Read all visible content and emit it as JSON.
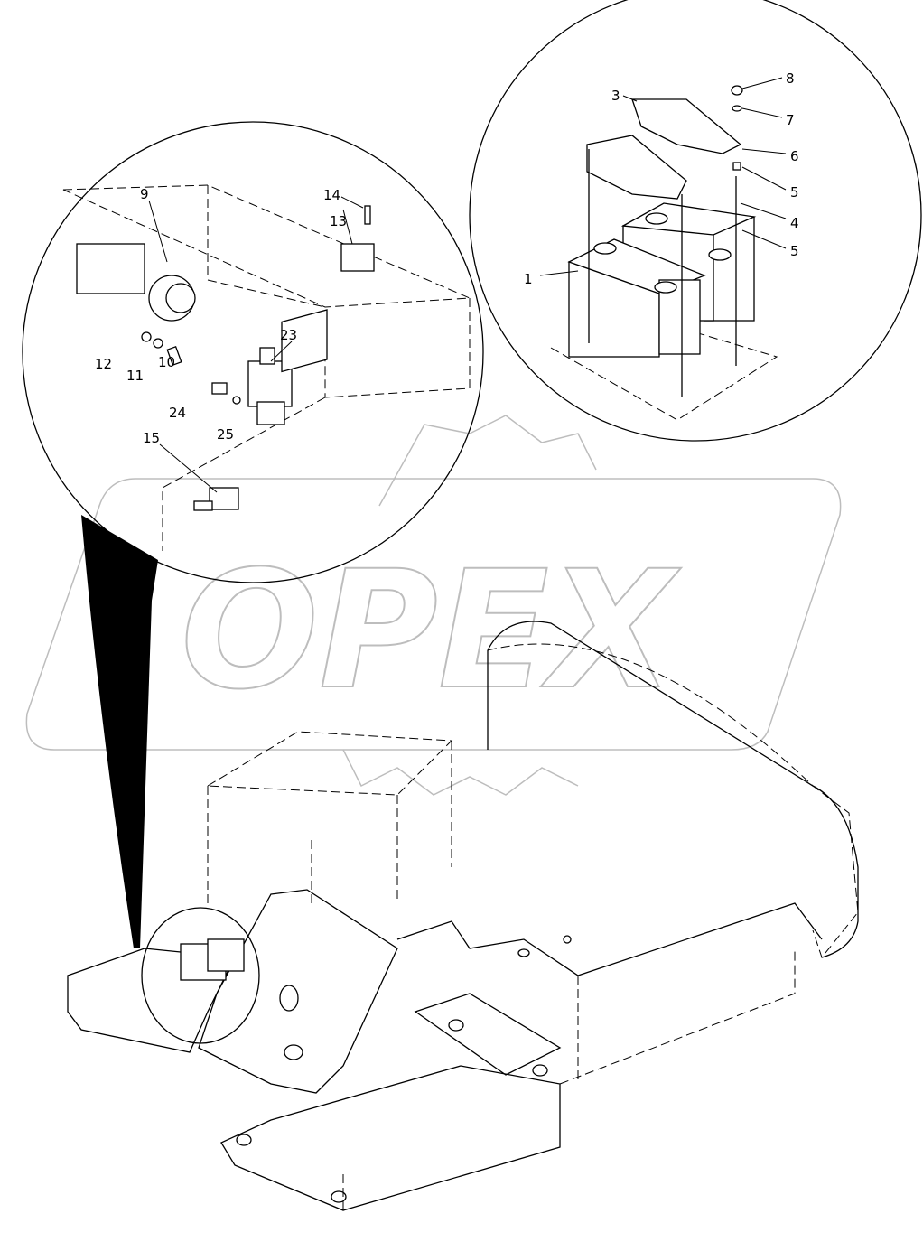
{
  "watermark": "OPEX",
  "callouts": {
    "battery_detail": [
      {
        "id": "1",
        "label": "1"
      },
      {
        "id": "3",
        "label": "3"
      },
      {
        "id": "4",
        "label": "4"
      },
      {
        "id": "5a",
        "label": "5"
      },
      {
        "id": "5b",
        "label": "5"
      },
      {
        "id": "6",
        "label": "6"
      },
      {
        "id": "7",
        "label": "7"
      },
      {
        "id": "8",
        "label": "8"
      }
    ],
    "switch_detail": [
      {
        "id": "9",
        "label": "9"
      },
      {
        "id": "10",
        "label": "10"
      },
      {
        "id": "11",
        "label": "11"
      },
      {
        "id": "12",
        "label": "12"
      },
      {
        "id": "13",
        "label": "13"
      },
      {
        "id": "14",
        "label": "14"
      },
      {
        "id": "15",
        "label": "15"
      },
      {
        "id": "23",
        "label": "23"
      },
      {
        "id": "24",
        "label": "24"
      },
      {
        "id": "25",
        "label": "25"
      }
    ]
  }
}
